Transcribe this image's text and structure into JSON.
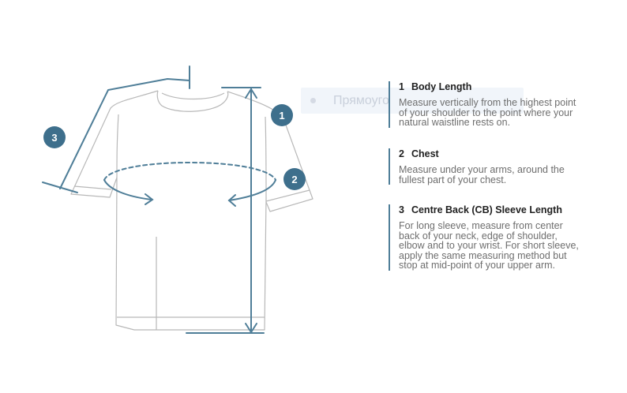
{
  "ghost_label": "Прямоуго",
  "colors": {
    "accent": "#4f7e98",
    "badge": "#3e6f8c",
    "outline": "#b8b8b8",
    "title": "#1f1f1f",
    "body_text": "#6e6e6e"
  },
  "badges": [
    {
      "number": "1"
    },
    {
      "number": "2"
    },
    {
      "number": "3"
    }
  ],
  "legend": [
    {
      "number": "1",
      "title": "Body Length",
      "text": "Measure vertically from the highest point of your shoulder to the point where your natural waistline rests on."
    },
    {
      "number": "2",
      "title": "Chest",
      "text": "Measure under your arms, around the fullest part of your chest."
    },
    {
      "number": "3",
      "title": "Centre Back (CB) Sleeve Length",
      "text": "For long sleeve, measure from center back of your neck, edge of shoulder, elbow and to your wrist. For short sleeve, apply the same measuring method but stop at mid-point of your upper arm."
    }
  ]
}
